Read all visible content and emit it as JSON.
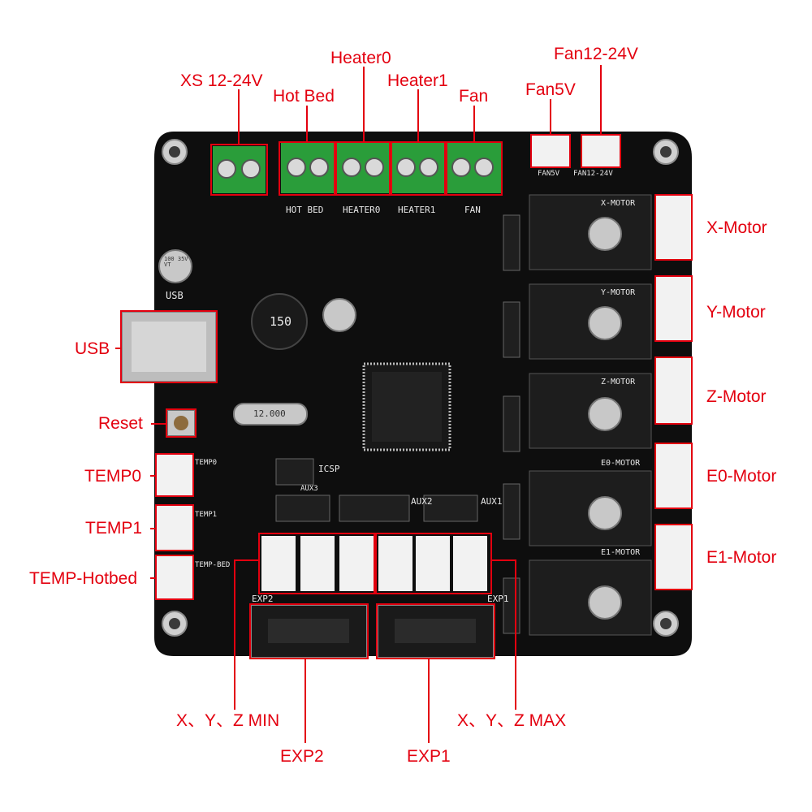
{
  "labels": {
    "xs": "XS 12-24V",
    "hot_bed": "Hot Bed",
    "heater0": "Heater0",
    "heater1": "Heater1",
    "fan": "Fan",
    "fan5v": "Fan5V",
    "fan12_24v": "Fan12-24V",
    "usb": "USB",
    "reset": "Reset",
    "temp0": "TEMP0",
    "temp1": "TEMP1",
    "temp_hotbed": "TEMP-Hotbed",
    "x_motor": "X-Motor",
    "y_motor": "Y-Motor",
    "z_motor": "Z-Motor",
    "e0_motor": "E0-Motor",
    "e1_motor": "E1-Motor",
    "min": "X、Y、Z MIN",
    "max": "X、Y、Z MAX",
    "exp2": "EXP2",
    "exp1": "EXP1"
  },
  "silkscreen": {
    "hot_bed": "HOT BED",
    "heater0": "HEATER0",
    "heater1": "HEATER1",
    "fan": "FAN",
    "fan5v": "FAN5V",
    "fan12_24v": "FAN12-24V",
    "usb": "USB",
    "icsp": "ICSP",
    "aux1": "AUX1",
    "aux2": "AUX2",
    "aux3": "AUX3",
    "temp0": "TEMP0",
    "temp1": "TEMP1",
    "temp_bed": "TEMP-BED",
    "exp1": "EXP1",
    "exp2": "EXP2",
    "x_motor": "X-MOTOR",
    "y_motor": "Y-MOTOR",
    "z_motor": "Z-MOTOR",
    "e0_motor": "E0-MOTOR",
    "e1_motor": "E1-MOTOR",
    "inductor": "150",
    "crystal": "12.000",
    "capacitor": "100 35V VT"
  },
  "colors": {
    "annotation": "#e3000f",
    "board": "#0e0e0e",
    "terminal": "#2a9d3a",
    "connector": "#f2f2f2"
  }
}
